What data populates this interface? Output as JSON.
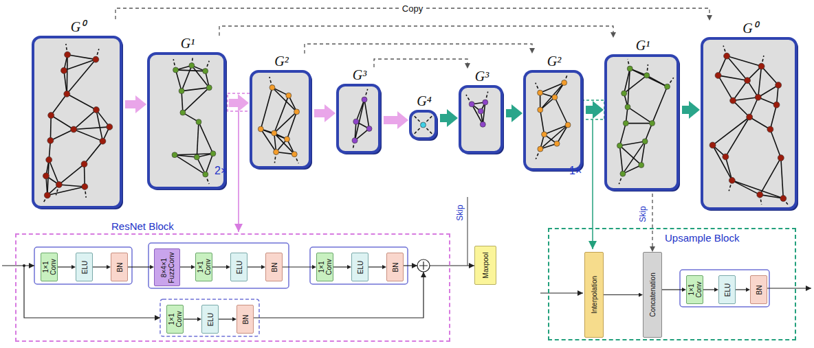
{
  "diagram": {
    "nodes": [
      {
        "text": [
          "G⁰"
        ]
      },
      {
        "text": [
          "G¹"
        ]
      },
      {
        "text": [
          "G²"
        ]
      },
      {
        "text": [
          "G³"
        ]
      },
      {
        "text": [
          "G⁴"
        ]
      },
      {
        "text": [
          "G³"
        ]
      },
      {
        "text": [
          "G²"
        ]
      },
      {
        "text": [
          "G¹"
        ]
      },
      {
        "text": [
          "G⁰"
        ]
      },
      {
        "text": [
          "ResNet Block"
        ]
      },
      {
        "text": [
          "1×1 Conv"
        ],
        "in": 9
      },
      {
        "text": [
          "ELU"
        ],
        "in": 9
      },
      {
        "text": [
          "BN"
        ],
        "in": 9
      },
      {
        "text": [
          "8×4×1 FuzzConv"
        ],
        "in": 9
      },
      {
        "text": [
          "1×1 Conv"
        ],
        "in": 9
      },
      {
        "text": [
          "ELU"
        ],
        "in": 9
      },
      {
        "text": [
          "BN"
        ],
        "in": 9
      },
      {
        "text": [
          "1×1 Conv"
        ],
        "in": 9
      },
      {
        "text": [
          "ELU"
        ],
        "in": 9
      },
      {
        "text": [
          "BN"
        ],
        "in": 9
      },
      {
        "text": [
          "1×1 Conv"
        ],
        "in": 9
      },
      {
        "text": [
          "ELU"
        ],
        "in": 9
      },
      {
        "text": [
          "BN"
        ],
        "in": 9
      },
      {
        "text": [
          "Maxpool"
        ]
      },
      {
        "text": [
          "Upsample Block"
        ]
      },
      {
        "text": [
          "Interpolation"
        ],
        "in": 24
      },
      {
        "text": [
          "Concatenation"
        ],
        "in": 24
      },
      {
        "text": [
          "1×1 Conv"
        ],
        "in": 24
      },
      {
        "text": [
          "ELU"
        ],
        "in": 24
      },
      {
        "text": [
          "BN"
        ],
        "in": 24
      }
    ],
    "edges": [
      {
        "from": 0,
        "to": 1,
        "arrow": "to"
      },
      {
        "from": 1,
        "to": 2,
        "arrow": "to"
      },
      {
        "from": 2,
        "to": 3,
        "arrow": "to"
      },
      {
        "from": 3,
        "to": 4,
        "arrow": "to"
      },
      {
        "from": 4,
        "to": 5,
        "arrow": "to"
      },
      {
        "from": 5,
        "to": 6,
        "arrow": "to"
      },
      {
        "from": 6,
        "to": 7,
        "arrow": "to"
      },
      {
        "from": 7,
        "to": 8,
        "arrow": "to"
      },
      {
        "from": 0,
        "to": 8,
        "label": "Copy",
        "arrow": "to"
      },
      {
        "from": 1,
        "to": 7,
        "arrow": "to"
      },
      {
        "from": 2,
        "to": 6,
        "arrow": "to"
      },
      {
        "from": 3,
        "to": 5,
        "arrow": "to"
      },
      {
        "from": 7,
        "to": 26,
        "arrow": "to"
      },
      {
        "from": 10,
        "to": 11,
        "arrow": "to"
      },
      {
        "from": 11,
        "to": 12,
        "arrow": "to"
      },
      {
        "from": 12,
        "to": 13,
        "arrow": "to"
      },
      {
        "from": 13,
        "to": 14,
        "arrow": "to"
      },
      {
        "from": 14,
        "to": 15,
        "arrow": "to"
      },
      {
        "from": 15,
        "to": 16,
        "arrow": "to"
      },
      {
        "from": 16,
        "to": 17,
        "arrow": "to"
      },
      {
        "from": 17,
        "to": 18,
        "arrow": "to"
      },
      {
        "from": 18,
        "to": 19,
        "arrow": "to"
      },
      {
        "from": 20,
        "to": 21,
        "arrow": "to"
      },
      {
        "from": 21,
        "to": 22,
        "arrow": "to"
      },
      {
        "from": 25,
        "to": 26,
        "arrow": "to"
      },
      {
        "from": 26,
        "to": 27,
        "arrow": "to"
      },
      {
        "from": 27,
        "to": 28,
        "arrow": "to"
      },
      {
        "from": 28,
        "to": 29,
        "arrow": "to"
      }
    ],
    "labels": [
      "2×",
      "1×",
      "Skip",
      "Skip"
    ]
  }
}
